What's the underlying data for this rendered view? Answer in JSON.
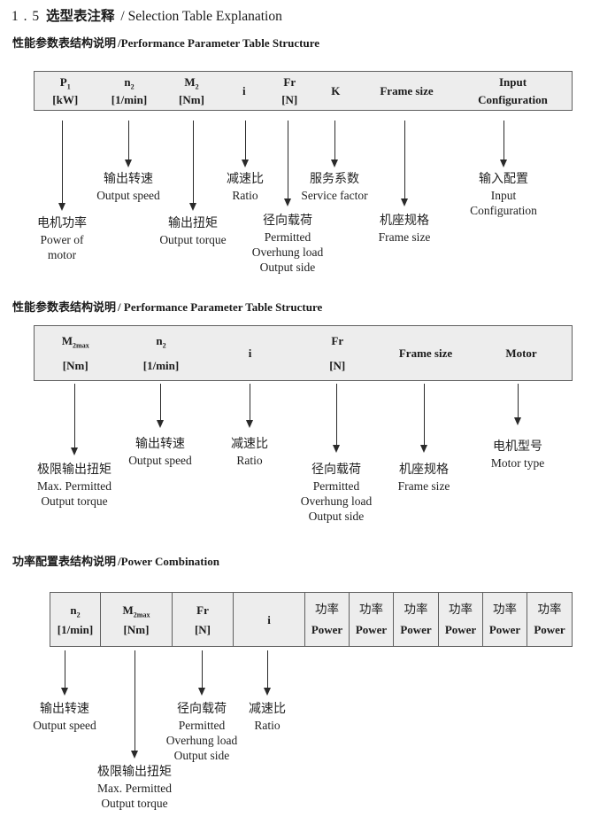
{
  "colors": {
    "ink": "#1a1a1a",
    "table_bg": "#ededed",
    "table_border": "#5f5f5f",
    "arrow": "#2a2a2a"
  },
  "title": {
    "num": "1 . 5",
    "zh": "选型表注释",
    "en": "/ Selection Table Explanation"
  },
  "s1": {
    "heading_zh": "性能参数表结构说明",
    "heading_en": "/Performance Parameter Table Structure",
    "table": {
      "cols": [
        {
          "sym": "P",
          "sub": "1",
          "unit": "[kW]"
        },
        {
          "sym": "n",
          "sub": "2",
          "unit": "[1/min]"
        },
        {
          "sym": "M",
          "sub": "2",
          "unit": "[Nm]"
        },
        {
          "sym": "i",
          "sub": "",
          "unit": ""
        },
        {
          "sym": "Fr",
          "sub": "",
          "unit": "[N]"
        },
        {
          "sym": "K",
          "sub": "",
          "unit": ""
        },
        {
          "sym": "Frame size",
          "sub": "",
          "unit": ""
        },
        {
          "sym": "Input",
          "sub": "",
          "unit": "Configuration"
        }
      ]
    },
    "callouts": [
      {
        "lines": [
          "电机功率",
          "Power of",
          "motor"
        ]
      },
      {
        "lines": [
          "输出转速",
          "Output speed"
        ]
      },
      {
        "lines": [
          "输出扭矩",
          "Output torque"
        ]
      },
      {
        "lines": [
          "减速比",
          "Ratio"
        ]
      },
      {
        "lines": [
          "径向载荷",
          "Permitted",
          "Overhung load",
          "Output side"
        ]
      },
      {
        "lines": [
          "服务系数",
          "Service factor"
        ]
      },
      {
        "lines": [
          "机座规格",
          "Frame size"
        ]
      },
      {
        "lines": [
          "输入配置",
          "Input",
          "Configuration"
        ]
      }
    ]
  },
  "s2": {
    "heading_zh": "性能参数表结构说明",
    "heading_en": "/ Performance Parameter Table Structure",
    "table": {
      "cols": [
        {
          "sym": "M",
          "sub": "2max",
          "unit": "[Nm]"
        },
        {
          "sym": "n",
          "sub": "2",
          "unit": "[1/min]"
        },
        {
          "sym": "i",
          "sub": "",
          "unit": ""
        },
        {
          "sym": "Fr",
          "sub": "",
          "unit": "[N]"
        },
        {
          "sym": "Frame size",
          "sub": "",
          "unit": ""
        },
        {
          "sym": "Motor",
          "sub": "",
          "unit": ""
        }
      ]
    },
    "callouts": [
      {
        "lines": [
          "极限输出扭矩",
          "Max. Permitted",
          "Output torque"
        ]
      },
      {
        "lines": [
          "输出转速",
          "Output speed"
        ]
      },
      {
        "lines": [
          "减速比",
          "Ratio"
        ]
      },
      {
        "lines": [
          "径向载荷",
          "Permitted",
          "Overhung load",
          "Output side"
        ]
      },
      {
        "lines": [
          "机座规格",
          "Frame size"
        ]
      },
      {
        "lines": [
          "电机型号",
          "Motor type"
        ]
      }
    ]
  },
  "s3": {
    "heading_zh": "功率配置表结构说明",
    "heading_en": "/Power Combination",
    "table": {
      "cols": [
        {
          "sym": "n",
          "sub": "2",
          "unit": "[1/min]"
        },
        {
          "sym": "M",
          "sub": "2max",
          "unit": "[Nm]"
        },
        {
          "sym": "Fr",
          "sub": "",
          "unit": "[N]"
        },
        {
          "sym": "i",
          "sub": "",
          "unit": ""
        },
        {
          "sym": "功率",
          "sub": "",
          "unit": "Power"
        },
        {
          "sym": "功率",
          "sub": "",
          "unit": "Power"
        },
        {
          "sym": "功率",
          "sub": "",
          "unit": "Power"
        },
        {
          "sym": "功率",
          "sub": "",
          "unit": "Power"
        },
        {
          "sym": "功率",
          "sub": "",
          "unit": "Power"
        },
        {
          "sym": "功率",
          "sub": "",
          "unit": "Power"
        }
      ]
    },
    "callouts": [
      {
        "lines": [
          "输出转速",
          "Output speed"
        ]
      },
      {
        "lines": [
          "极限输出扭矩",
          "Max. Permitted",
          "Output torque"
        ]
      },
      {
        "lines": [
          "径向载荷",
          "Permitted",
          "Overhung load",
          "Output side"
        ]
      },
      {
        "lines": [
          "减速比",
          "Ratio"
        ]
      }
    ]
  }
}
